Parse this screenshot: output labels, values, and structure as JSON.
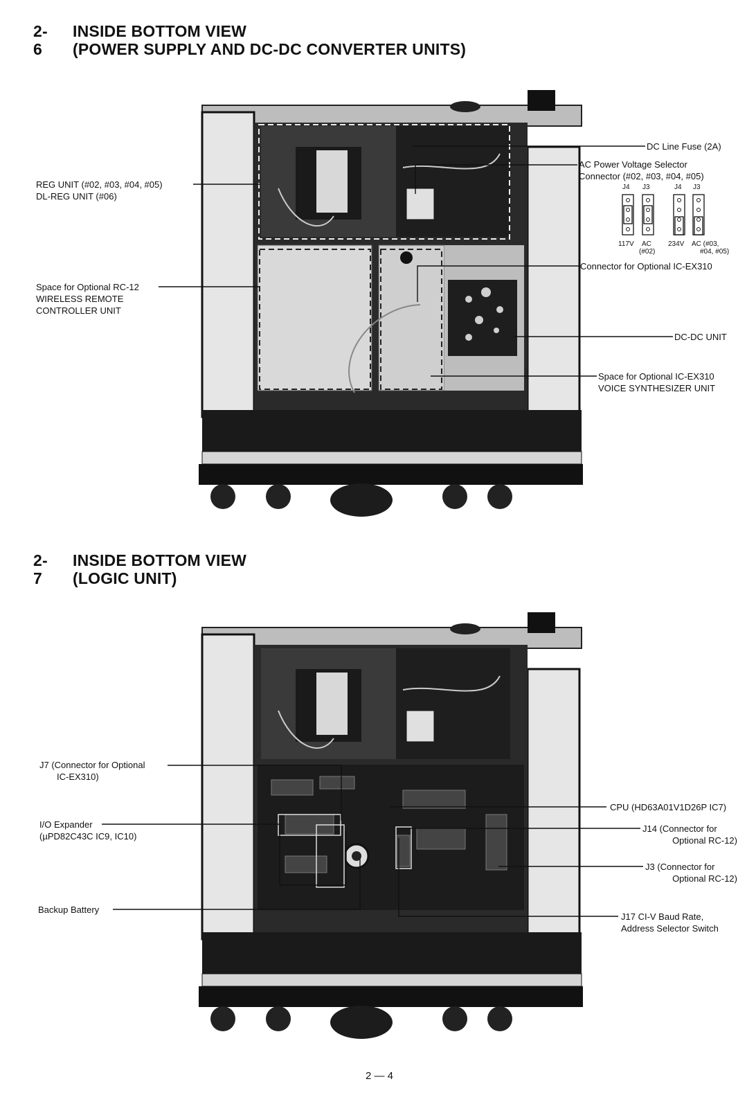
{
  "section_1": {
    "number": "2-6",
    "title_line1": "INSIDE BOTTOM VIEW",
    "title_line2": "(POWER SUPPLY AND DC-DC CONVERTER UNITS)"
  },
  "section_2": {
    "number": "2-7",
    "title_line1": "INSIDE BOTTOM VIEW",
    "title_line2": "(LOGIC UNIT)"
  },
  "callouts_1": {
    "reg_unit": [
      "REG UNIT (#02, #03, #04, #05)",
      "DL-REG UNIT (#06)"
    ],
    "rc12_space": [
      "Space for Optional RC-12",
      "WIRELESS REMOTE",
      "CONTROLLER UNIT"
    ],
    "dc_fuse": "DC Line Fuse (2A)",
    "ac_selector": [
      "AC Power Voltage Selector",
      "Connector (#02, #03, #04, #05)"
    ],
    "ex310_connector": "Connector for Optional IC-EX310",
    "dcdc_unit": "DC-DC UNIT",
    "ex310_space": [
      "Space for Optional IC-EX310",
      "VOICE SYNTHESIZER UNIT"
    ]
  },
  "jumper_diagram": {
    "j4_a": "J4",
    "j3_a": "J3",
    "j4_b": "J4",
    "j3_b": "J3",
    "v117": "117V",
    "ac_a": "AC",
    "ac_a_note": "(#02)",
    "v234": "234V",
    "ac_b": "AC (#03,",
    "ac_b_note": "#04, #05)"
  },
  "callouts_2": {
    "j7": [
      "J7 (Connector for Optional",
      "IC-EX310)"
    ],
    "io_expander": [
      "I/O Expander",
      "(µPD82C43C IC9, IC10)"
    ],
    "backup_battery": "Backup Battery",
    "cpu": "CPU (HD63A01V1D26P IC7)",
    "j14": [
      "J14 (Connector for",
      "Optional RC-12)"
    ],
    "j3": [
      "J3 (Connector for",
      "Optional RC-12)"
    ],
    "j17": [
      "J17 CI-V Baud Rate,",
      "Address Selector Switch"
    ]
  },
  "page_number": "2 — 4"
}
